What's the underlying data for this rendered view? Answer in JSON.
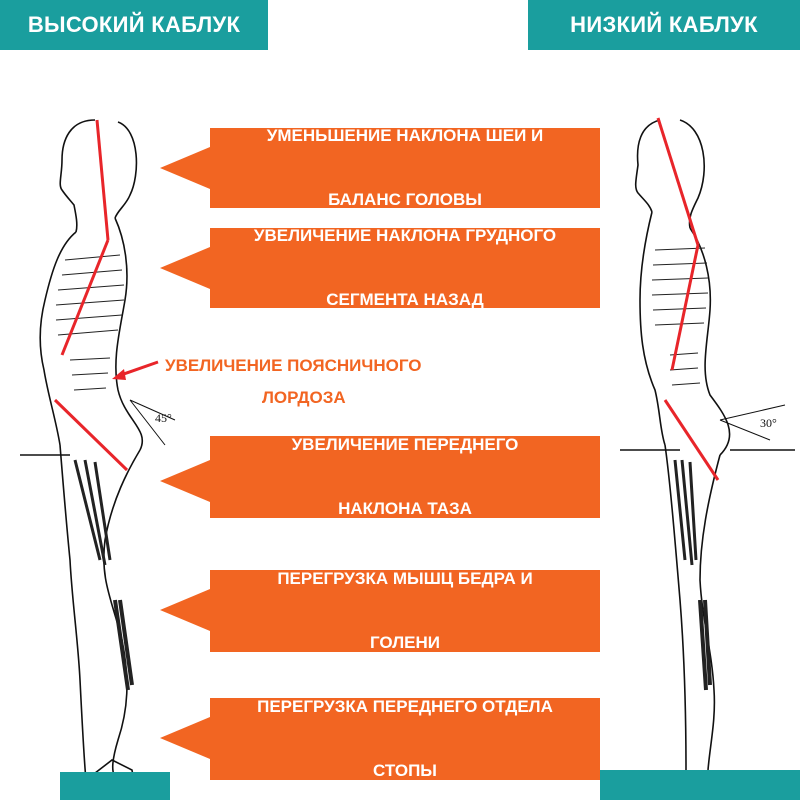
{
  "header": {
    "left_label": "ВЫСОКИЙ КАБЛУК",
    "right_label": "НИЗКИЙ КАБЛУК"
  },
  "callouts": [
    {
      "line1": "УМЕНЬШЕНИЕ НАКЛОНА ШЕИ И",
      "line2": "БАЛАНС ГОЛОВЫ"
    },
    {
      "line1": "УВЕЛИЧЕНИЕ НАКЛОНА ГРУДНОГО",
      "line2": "СЕГМЕНТА НАЗАД"
    },
    {
      "line1": "УВЕЛИЧЕНИЕ ПЕРЕДНЕГО",
      "line2": "НАКЛОНА ТАЗА"
    },
    {
      "line1": "ПЕРЕГРУЗКА МЫШЦ БЕДРА И",
      "line2": "ГОЛЕНИ"
    },
    {
      "line1": "ПЕРЕГРУЗКА ПЕРЕДНЕГО ОТДЕЛА",
      "line2": "СТОПЫ"
    }
  ],
  "lordosis_note": {
    "line1": "УВЕЛИЧЕНИЕ ПОЯСНИЧНОГО",
    "line2": "ЛОРДОЗА"
  },
  "angles": {
    "high_heel": "45°",
    "low_heel": "30°"
  },
  "colors": {
    "teal": "#1a9e9e",
    "orange": "#f26522",
    "red_line": "#e8252a"
  }
}
